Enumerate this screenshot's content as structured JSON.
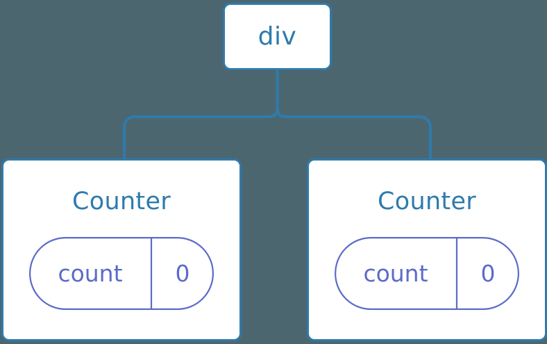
{
  "diagram": {
    "type": "component-tree",
    "background_color": "#4c6670",
    "node_border_color": "#2e7bac",
    "node_fill_color": "#ffffff",
    "connector_color": "#2e7bac",
    "state_pill_color": "#5c6bc8",
    "root": {
      "label": "div"
    },
    "children": [
      {
        "label": "Counter",
        "state": {
          "key": "count",
          "value": "0"
        }
      },
      {
        "label": "Counter",
        "state": {
          "key": "count",
          "value": "0"
        }
      }
    ]
  }
}
